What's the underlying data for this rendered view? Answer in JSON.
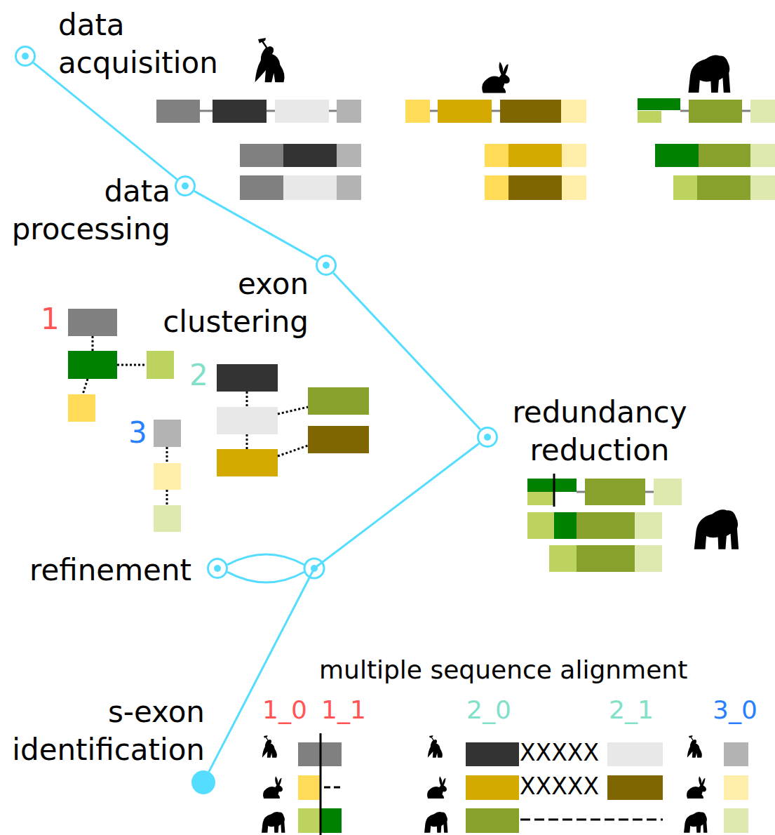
{
  "diagram": {
    "nodes": [
      {
        "text": [
          "data acquisition"
        ]
      },
      {
        "text": [
          "data processing"
        ]
      },
      {
        "text": [
          "exon clustering"
        ]
      },
      {
        "text": [
          "redundancy reduction"
        ]
      },
      {
        "text": [
          "refinement"
        ]
      },
      {
        "text": [
          "s-exon identification"
        ]
      }
    ],
    "edges": [
      {
        "from": 0,
        "to": 1,
        "arrow": "none"
      },
      {
        "from": 1,
        "to": 2,
        "arrow": "none"
      },
      {
        "from": 2,
        "to": 3,
        "arrow": "none"
      },
      {
        "from": 3,
        "to": 4,
        "arrow": "none"
      },
      {
        "from": 4,
        "to": 5,
        "arrow": "none"
      }
    ],
    "labels": [
      "1",
      "2",
      "3",
      "multiple sequence alignment",
      "1_0",
      "1_1",
      "2_0",
      "2_1",
      "3_0",
      "XXXXX",
      "XXXXX"
    ]
  }
}
